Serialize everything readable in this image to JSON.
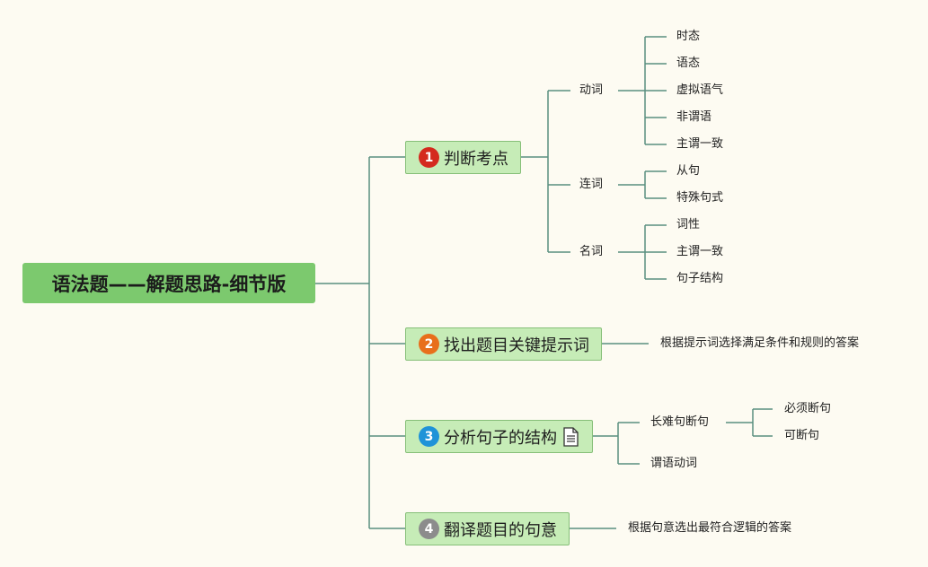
{
  "root": {
    "label": "语法题——解题思路-细节版"
  },
  "branches": [
    {
      "num": "1",
      "label": "判断考点",
      "badge_color": "#d42a1e",
      "children": [
        {
          "label": "动词",
          "children": [
            "时态",
            "语态",
            "虚拟语气",
            "非谓语",
            "主谓一致"
          ]
        },
        {
          "label": "连词",
          "children": [
            "从句",
            "特殊句式"
          ]
        },
        {
          "label": "名词",
          "children": [
            "词性",
            "主谓一致",
            "句子结构"
          ]
        }
      ]
    },
    {
      "num": "2",
      "label": "找出题目关键提示词",
      "badge_color": "#e86f1c",
      "note": "根据提示词选择满足条件和规则的答案"
    },
    {
      "num": "3",
      "label": "分析句子的结构",
      "badge_color": "#1f93d8",
      "icon": "document-icon",
      "children": [
        {
          "label": "长难句断句",
          "children": [
            "必须断句",
            "可断句"
          ]
        },
        {
          "label": "谓语动词",
          "children": []
        }
      ]
    },
    {
      "num": "4",
      "label": "翻译题目的句意",
      "badge_color": "#8c8c8c",
      "note": "根据句意选出最符合逻辑的答案"
    }
  ],
  "colors": {
    "line": "#5a8f80",
    "root_bg": "#7cc96e",
    "branch_bg": "#c6ecb7",
    "background": "#fdfbf2"
  }
}
